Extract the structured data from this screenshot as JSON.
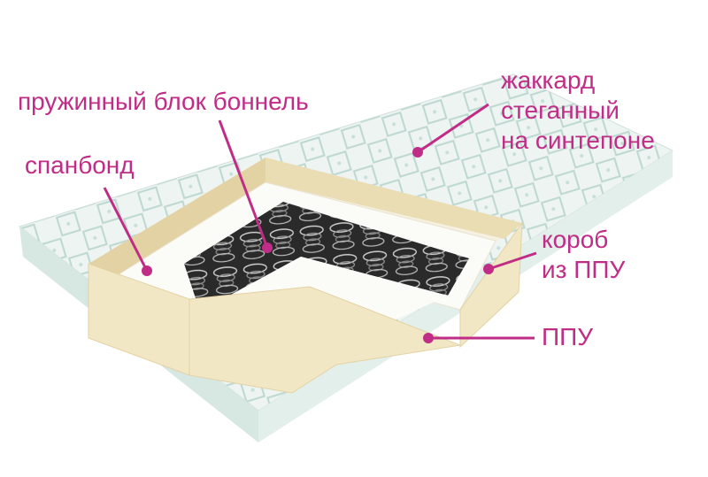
{
  "labels": {
    "jacquard": [
      "жаккард",
      "стеганный",
      "на синтепоне"
    ],
    "spring_block": "пружинный блок боннель",
    "spunbond": "спанбонд",
    "ppu_box": [
      "короб",
      "из ППУ"
    ],
    "ppu": "ППУ"
  },
  "colors": {
    "accent": "#bf2d86",
    "foam": "#f2e7c4",
    "foam_dark": "#e3d2a4",
    "fabric": "#eef4f2",
    "quilt": "#bcd8d1",
    "spunbond": "#fbfbf8",
    "springs": "#2c2c2c"
  }
}
